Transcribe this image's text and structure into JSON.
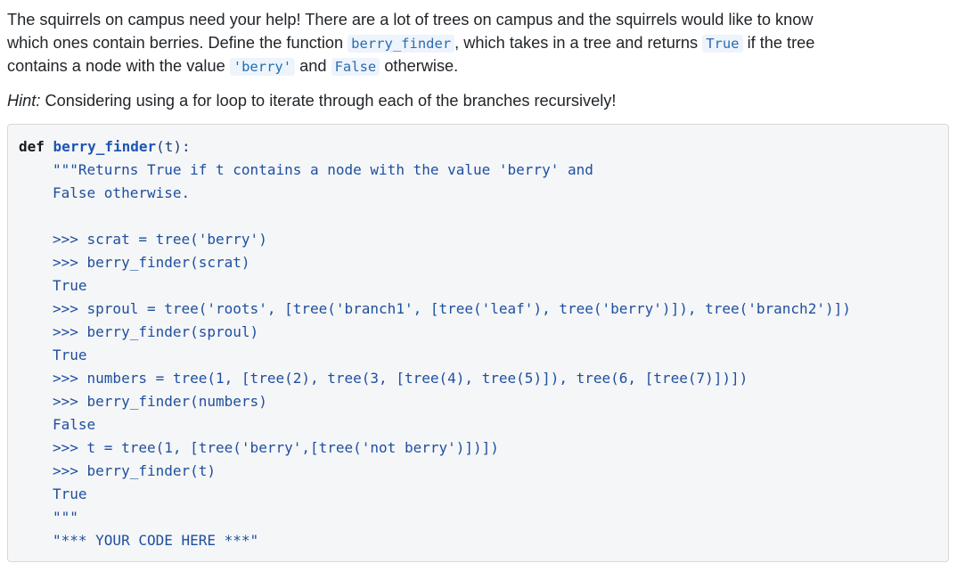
{
  "intro": {
    "l1": "The squirrels on campus need your help! There are a lot of trees on campus and the squirrels would like to know",
    "l2_a": "which ones contain berries. Define the function",
    "l2_code1": "berry_finder",
    "l2_b": ", which takes in a tree and returns",
    "l2_code2": "True",
    "l2_c": "if the tree",
    "l3_a": "contains a node with the value",
    "l3_code1": "'berry'",
    "l3_b": "and",
    "l3_code2": "False",
    "l3_c": "otherwise."
  },
  "hint": {
    "label": "Hint:",
    "text": " Considering using a for loop to iterate through each of the branches recursively!"
  },
  "code": {
    "def_kw": "def",
    "func_name": "berry_finder",
    "signature_rest": "(t):",
    "lines": [
      "\"\"\"Returns True if t contains a node with the value 'berry' and",
      "False otherwise.",
      "",
      ">>> scrat = tree('berry')",
      ">>> berry_finder(scrat)",
      "True",
      ">>> sproul = tree('roots', [tree('branch1', [tree('leaf'), tree('berry')]), tree('branch2')])",
      ">>> berry_finder(sproul)",
      "True",
      ">>> numbers = tree(1, [tree(2), tree(3, [tree(4), tree(5)]), tree(6, [tree(7)])])",
      ">>> berry_finder(numbers)",
      "False",
      ">>> t = tree(1, [tree('berry',[tree('not berry')])])",
      ">>> berry_finder(t)",
      "True",
      "\"\"\"",
      "\"*** YOUR CODE HERE ***\""
    ]
  }
}
